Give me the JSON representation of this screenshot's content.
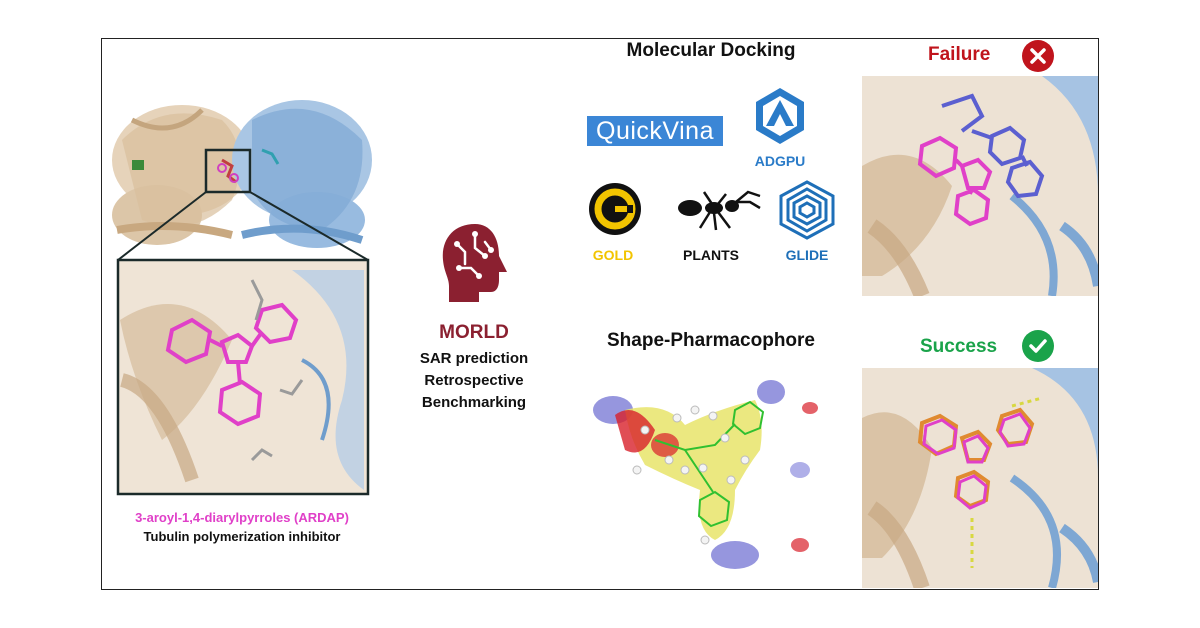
{
  "left": {
    "compound_name": "3-aroyl-1,4-diarylpyrroles (ARDAP)",
    "compound_desc": "Tubulin polymerization inhibitor"
  },
  "middle": {
    "title": "MORLD",
    "lines": [
      "SAR prediction",
      "Retrospective",
      "Benchmarking"
    ]
  },
  "docking": {
    "title": "Molecular Docking",
    "logos": {
      "quickvina": "QuickVina",
      "adgpu": "ADGPU",
      "gold": "GOLD",
      "plants": "PLANTS",
      "glide": "GLIDE"
    }
  },
  "pharmacophore": {
    "title": "Shape-Pharmacophore"
  },
  "results": {
    "failure": "Failure",
    "success": "Success"
  },
  "colors": {
    "tan": "#d9c3a5",
    "blue": "#8fb3d9",
    "magenta": "#e040c8",
    "maroon": "#8b2030",
    "failure_red": "#c0141c",
    "success_green": "#1aa34a",
    "gold_yellow": "#f2c400",
    "glide_blue": "#1e6fb8",
    "quickvina_blue": "#3b86d6"
  }
}
